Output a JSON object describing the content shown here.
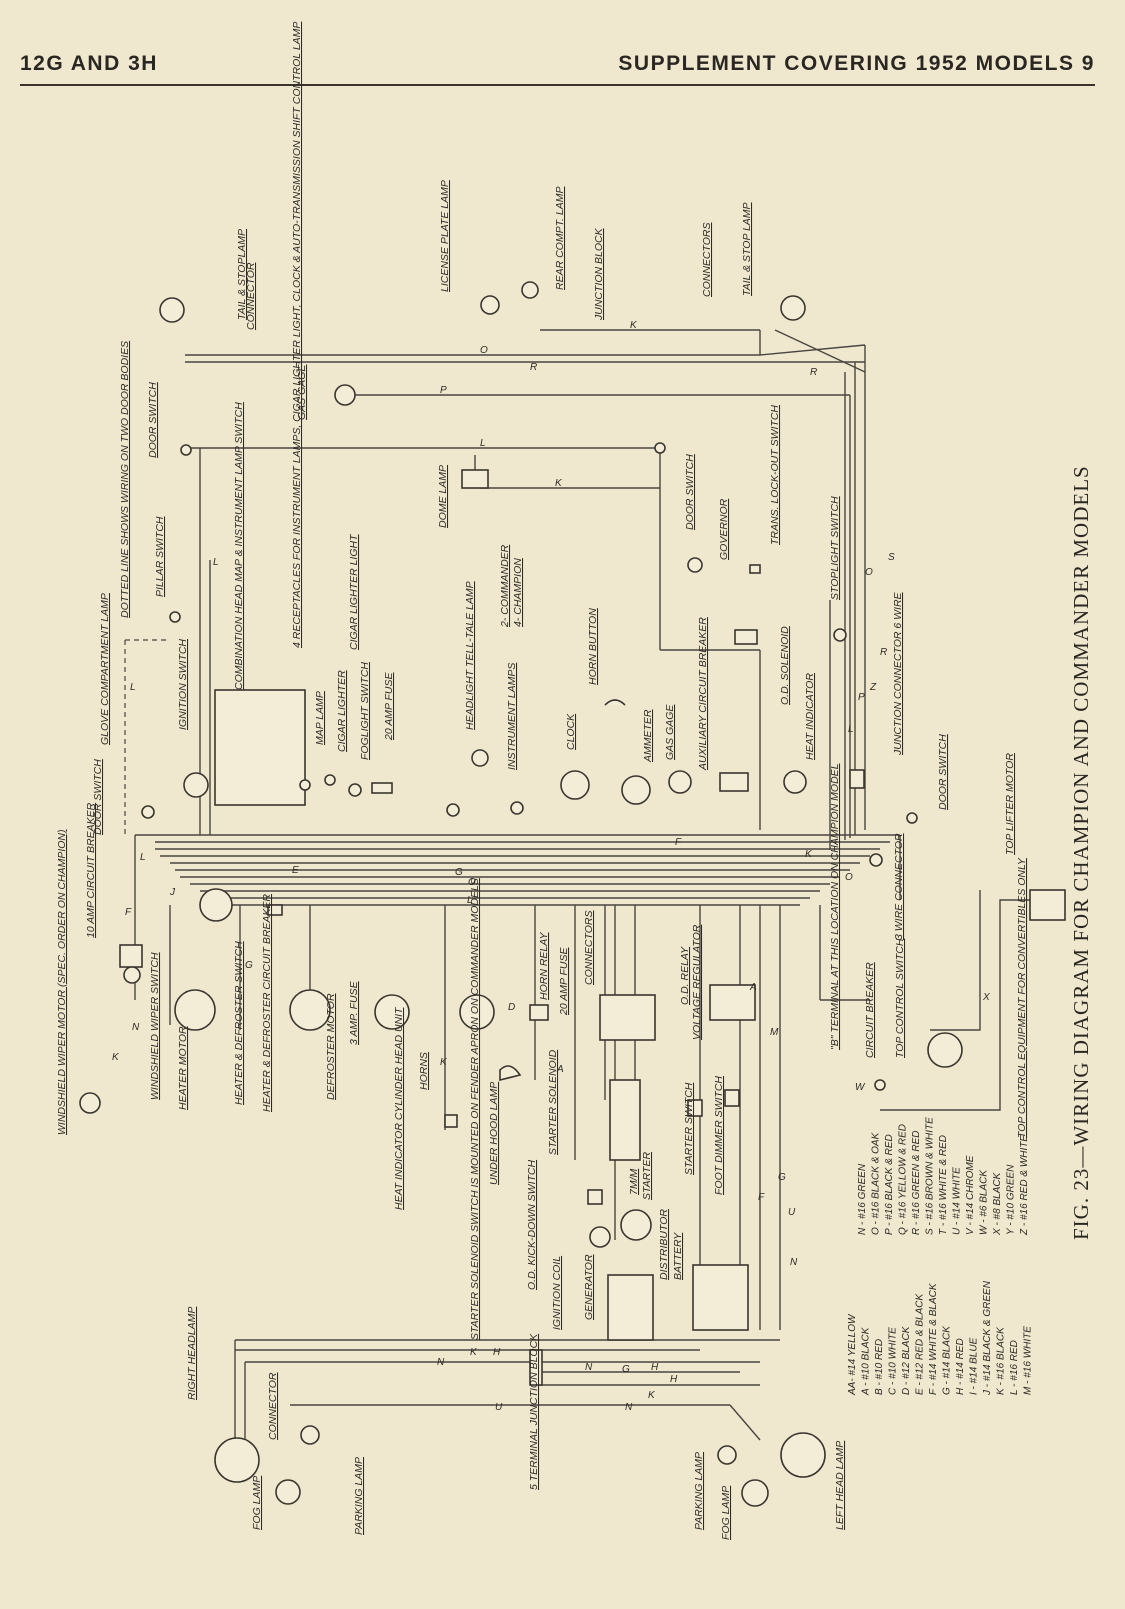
{
  "header": {
    "left": "12G AND 3H",
    "right": "SUPPLEMENT COVERING 1952 MODELS 9"
  },
  "caption": "FIG. 23—WIRING DIAGRAM FOR CHAMPION AND COMMANDER MODELS",
  "labels": {
    "tail_stoplamp_left": "TAIL & STOPLAMP",
    "connector_top": "CONNECTOR",
    "license_plate_lamp": "LICENSE PLATE LAMP",
    "rear_compt_lamp": "REAR COMPT. LAMP",
    "junction_block_rear": "JUNCTION BLOCK",
    "connectors_rear": "CONNECTORS",
    "tail_stop_lamp_right": "TAIL & STOP LAMP",
    "gas_gage_tank": "GAS GAGE",
    "door_switch_1": "DOOR SWITCH",
    "dome_lamp": "DOME LAMP",
    "door_switch_2": "DOOR SWITCH",
    "governor": "GOVERNOR",
    "trans_lockout_switch": "TRANS. LOCK-OUT SWITCH",
    "dotted_line_note": "DOTTED LINE SHOWS WIRING ON TWO DOOR BODIES",
    "pillar_switch": "PILLAR SWITCH",
    "receptacles_note": "4 RECEPTACLES FOR INSTRUMENT LAMPS, CIGAR LIGHTER LIGHT, CLOCK & AUTO-TRANSMISSION SHIFT CONTROL LAMP",
    "cigar_lighter_light": "CIGAR LIGHTER LIGHT",
    "commander_champion_note_1": "2- COMMANDER",
    "commander_champion_note_2": "4- CHAMPION",
    "stoplight_switch": "STOPLIGHT SWITCH",
    "glove_compartment_lamp": "GLOVE COMPARTMENT LAMP",
    "combination_head_switch": "COMBINATION HEAD MAP & INSTRUMENT LAMP SWITCH",
    "headlight_telltale": "HEADLIGHT TELL-TALE LAMP",
    "horn_button": "HORN BUTTON",
    "od_solenoid": "O.D. SOLENOID",
    "ignition_switch": "IGNITION SWITCH",
    "map_lamp": "MAP LAMP",
    "cigar_lighter": "CIGAR LIGHTER",
    "foglight_switch": "FOGLIGHT SWITCH",
    "fuse_20amp": "20 AMP FUSE",
    "instrument_lamps": "INSTRUMENT LAMPS",
    "clock": "CLOCK",
    "ammeter": "AMMETER",
    "gas_gage_dash": "GAS GAGE",
    "aux_circuit_breaker": "AUXILIARY CIRCUIT BREAKER",
    "heat_indicator": "HEAT INDICATOR",
    "junction_connector": "JUNCTION CONNECTOR 6 WIRE",
    "door_switch_3": "DOOR SWITCH",
    "door_switch_4": "DOOR SWITCH",
    "top_lifter_motor": "TOP LIFTER MOTOR",
    "circuit_breaker_10amp": "10 AMP CIRCUIT BREAKER",
    "wire_connector_3": "3 WIRE CONNECTOR",
    "terminal_note": "\"B\" TERMINAL AT THIS LOCATION ON CHAMPION MODEL",
    "circuit_breaker": "CIRCUIT BREAKER",
    "top_control_switch": "TOP CONTROL SWITCH",
    "top_control_equipment": "TOP CONTROL EQUIPMENT FOR CONVERTIBLES ONLY",
    "windshield_wiper_motor": "WINDSHIELD WIPER MOTOR (SPEC. ORDER ON CHAMPION)",
    "windshield_wiper_switch": "WINDSHIELD WIPER SWITCH",
    "heater_motor": "HEATER MOTOR",
    "heater_defroster_switch": "HEATER & DEFROSTER SWITCH",
    "heater_defroster_breaker": "HEATER & DEFROSTER CIRCUIT BREAKER",
    "defroster_motor": "DEFROSTER MOTOR",
    "fuse_3amp": "3 AMP. FUSE",
    "horn_relay": "HORN RELAY",
    "fuse_20amp_2": "20 AMP FUSE",
    "connectors_front": "CONNECTORS",
    "od_relay": "O.D. RELAY",
    "voltage_regulator": "VOLTAGE REGULATOR",
    "horns": "HORNS",
    "heat_indicator_head": "HEAT INDICATOR CYLINDER HEAD UNIT",
    "under_hood_lamp": "UNDER HOOD LAMP",
    "starter_solenoid": "STARTER SOLENOID",
    "starter_switch": "STARTER SWITCH",
    "foot_dimmer_switch": "FOOT DIMMER SWITCH",
    "starter": "STARTER",
    "starter_solenoid_note": "STARTER SOLENOID SWITCH IS MOUNTED ON FENDER APRON ON COMMANDER MODELS",
    "od_kickdown_switch": "O.D. KICK-DOWN SWITCH",
    "ignition_coil": "IGNITION COIL",
    "generator": "GENERATOR",
    "distributor": "DISTRIBUTOR",
    "battery": "BATTERY",
    "right_headlamp": "RIGHT HEADLAMP",
    "connector_front": "CONNECTOR",
    "fog_lamp_left": "FOG LAMP",
    "parking_lamp_left": "PARKING LAMP",
    "terminal_junction_block": "5 TERMINAL JUNCTION BLOCK",
    "parking_lamp_right": "PARKING LAMP",
    "fog_lamp_right": "FOG LAMP",
    "left_head_lamp": "LEFT HEAD LAMP",
    "seven_m": "7M/M"
  },
  "wire_codes_left": [
    "AA- #14 YELLOW",
    "A - #10 BLACK",
    "B - #10 RED",
    "C - #10 WHITE",
    "D - #12 BLACK",
    "E - #12 RED & BLACK",
    "F - #14 WHITE & BLACK",
    "G - #14 BLACK",
    "H - #14 RED",
    "I - #14 BLUE",
    "J - #14 BLACK & GREEN",
    "K - #16 BLACK",
    "L - #16 RED",
    "M - #16 WHITE"
  ],
  "wire_codes_right": [
    "N - #16 GREEN",
    "O - #16 BLACK & OAK",
    "P - #16 BLACK & RED",
    "Q - #16 YELLOW & RED",
    "R - #16 GREEN & RED",
    "S - #16 BROWN & WHITE",
    "T - #16 WHITE & RED",
    "U - #14 WHITE",
    "V - #14 CHROME",
    "W - #6 BLACK",
    "X - #8 BLACK",
    "Y - #10 GREEN",
    "Z - #16 RED & WHITE"
  ]
}
